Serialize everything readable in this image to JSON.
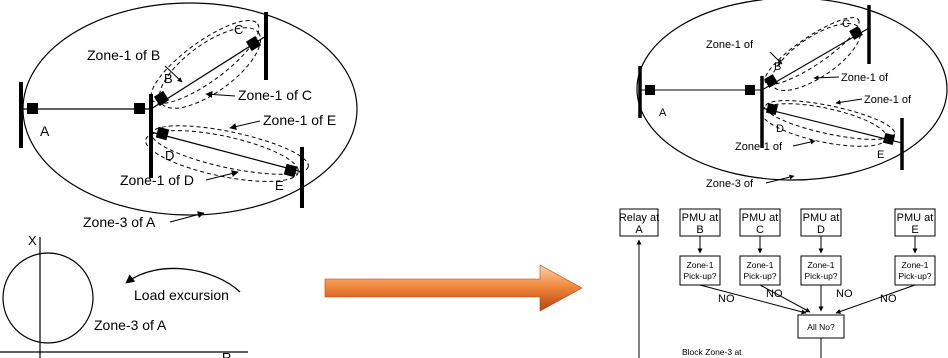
{
  "left_network": {
    "bus_labels": {
      "a": "A",
      "b": "B",
      "c": "C",
      "d": "D",
      "e": "E"
    },
    "zone_labels": {
      "zone1_b": "Zone-1 of B",
      "zone1_c": "Zone-1 of C",
      "zone1_e": "Zone-1 of E",
      "zone1_d": "Zone-1 of D",
      "zone3_a": "Zone-3 of A"
    }
  },
  "rx_plot": {
    "x_axis_label": "X",
    "r_axis_label": "R",
    "load_excursion": "Load excursion",
    "zone3_label": "Zone-3 of A"
  },
  "right_network": {
    "bus_labels": {
      "a": "A",
      "b": "B",
      "c": "C",
      "d": "D",
      "e": "E"
    },
    "zone_labels": {
      "zone1_top": "Zone-1 of",
      "zone1_right_upper": "Zone-1 of",
      "zone1_right_lower": "Zone-1 of",
      "zone1_lower": "Zone-1 of",
      "zone3": "Zone-3 of"
    }
  },
  "flowchart": {
    "relay_box": {
      "line1": "Relay at",
      "line2": "A"
    },
    "pmu_boxes": [
      {
        "line1": "PMU at",
        "line2": "B"
      },
      {
        "line1": "PMU at",
        "line2": "C"
      },
      {
        "line1": "PMU at",
        "line2": "D"
      },
      {
        "line1": "PMU at",
        "line2": "E"
      }
    ],
    "pickup_boxes": [
      {
        "line1": "Zone-1",
        "line2": "Pick-up?"
      },
      {
        "line1": "Zone-1",
        "line2": "Pick-up?"
      },
      {
        "line1": "Zone-1",
        "line2": "Pick-up?"
      },
      {
        "line1": "Zone-1",
        "line2": "Pick-up?"
      }
    ],
    "no_labels": [
      "NO",
      "NO",
      "NO",
      "NO"
    ],
    "all_no_box": "All No?",
    "block_text": "Block Zone-3 at"
  },
  "colors": {
    "arrow_gradient_light": "#f5a86a",
    "arrow_gradient_dark": "#c2410c",
    "arrow_highlight": "#fbd3b0"
  }
}
